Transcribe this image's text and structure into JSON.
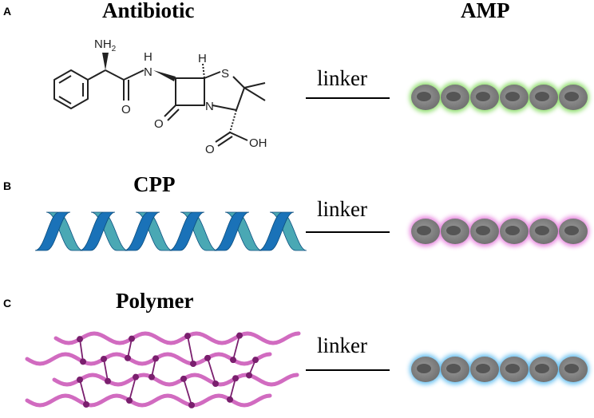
{
  "panels": [
    {
      "letter": "A",
      "title": "Antibiotic",
      "linker": "linker",
      "amp_label": "AMP",
      "amp_color": "#7ed957",
      "structure_labels": {
        "nh2": "NH",
        "nh2_sub": "2",
        "h_amide": "H",
        "n_amide": "N",
        "h_stereo": "H",
        "s": "S",
        "n_ring": "N",
        "o_amide": "O",
        "o_lactam": "O",
        "o_acid": "O",
        "oh": "OH"
      }
    },
    {
      "letter": "B",
      "title": "CPP",
      "linker": "linker",
      "amp_color": "#e36fd9"
    },
    {
      "letter": "C",
      "title": "Polymer",
      "linker": "linker",
      "amp_color": "#4fb6ee"
    }
  ],
  "colors": {
    "helix_dark": "#1a72b8",
    "helix_light": "#4aa8b4",
    "polymer_chain": "#d16bc0",
    "polymer_node": "#7a1f6e",
    "bead_body": "#6f6f6f"
  }
}
